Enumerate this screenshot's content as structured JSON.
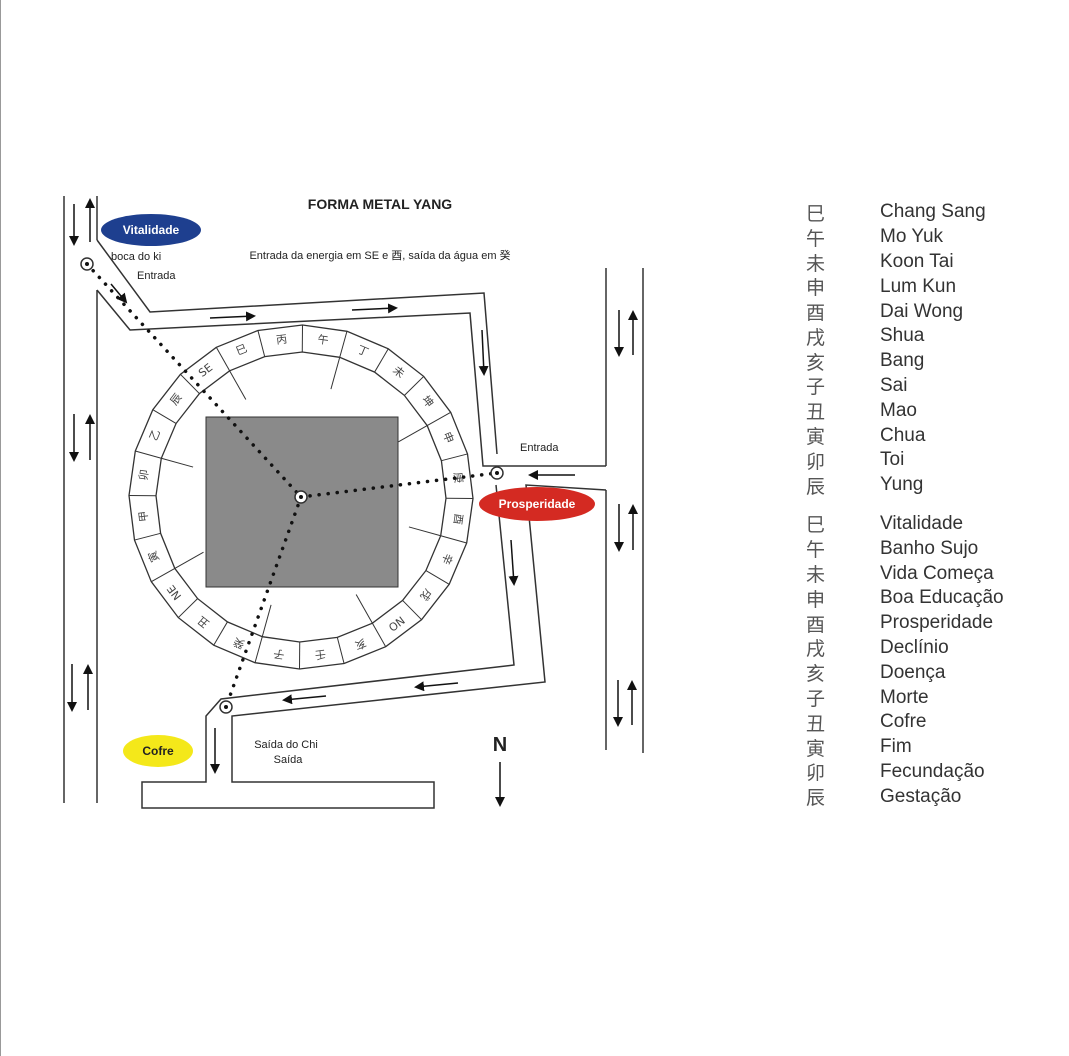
{
  "diagram": {
    "title": "FORMA METAL YANG",
    "subtitle": "Entrada da energia em SE e 酉, saída da água em 癸",
    "labels": {
      "vitalidade": "Vitalidade",
      "boca_do_ki": "boca do ki",
      "entrada_top": "Entrada",
      "entrada_right": "Entrada",
      "prosperidade": "Prosperidade",
      "cofre": "Cofre",
      "saida_do_chi": "Saída do Chi",
      "saida": "Saída",
      "north": "N"
    },
    "compass_ring": [
      "巳",
      "丙",
      "午",
      "丁",
      "未",
      "坤",
      "申",
      "庚",
      "酉",
      "辛",
      "戌",
      "NO",
      "亥",
      "壬",
      "子",
      "癸",
      "丑",
      "NE",
      "寅",
      "甲",
      "卯",
      "乙",
      "辰",
      "SE"
    ],
    "colors": {
      "vitalidade": "#1e3f8f",
      "prosperidade": "#d42a22",
      "cofre": "#f4e81a",
      "building": "#8a8a8a"
    }
  },
  "legend": {
    "chars": [
      "巳",
      "午",
      "未",
      "申",
      "酉",
      "戌",
      "亥",
      "子",
      "丑",
      "寅",
      "卯",
      "辰"
    ],
    "group1": [
      "Chang Sang",
      "Mo Yuk",
      "Koon Tai",
      "Lum Kun",
      "Dai Wong",
      "Shua",
      "Bang",
      "Sai",
      "Mao",
      "Chua",
      "Toi",
      "Yung"
    ],
    "group2": [
      "Vitalidade",
      "Banho Sujo",
      "Vida Começa",
      "Boa Educação",
      "Prosperidade",
      "Declínio",
      "Doença",
      "Morte",
      "Cofre",
      "Fim",
      "Fecundação",
      "Gestação"
    ]
  }
}
